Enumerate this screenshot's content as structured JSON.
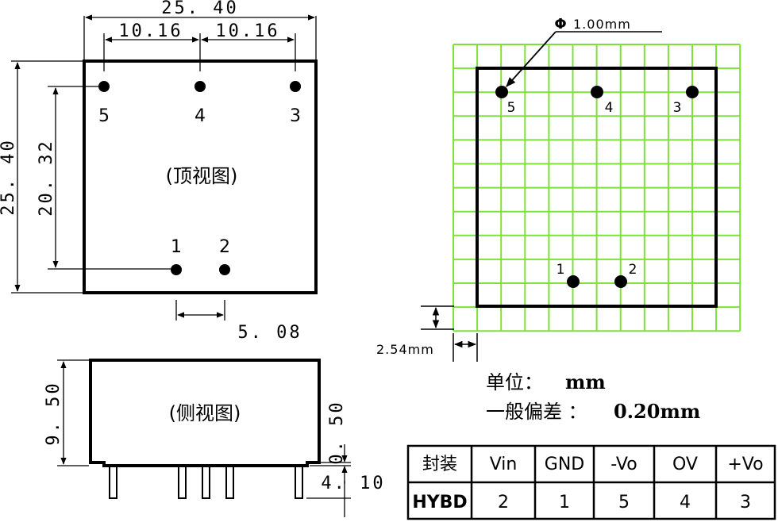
{
  "top_view": {
    "label": "(顶视图)",
    "dim_width": "25. 40",
    "dim_pin_spacing_left": "10.16",
    "dim_pin_spacing_right": "10.16",
    "dim_height": "25. 40",
    "dim_row_spacing": "20. 32",
    "dim_bottom_spacing": "5. 08",
    "pins": {
      "p1": "1",
      "p2": "2",
      "p3": "3",
      "p4": "4",
      "p5": "5"
    }
  },
  "side_view": {
    "label": "(侧视图)",
    "dim_height": "9. 50",
    "dim_standoff": "0. 50",
    "dim_pin_length": "4. 10"
  },
  "grid_view": {
    "hole_diameter": "1.00mm",
    "hole_symbol": "Φ",
    "grid_pitch": "2.54mm",
    "pins": {
      "p1": "1",
      "p2": "2",
      "p3": "3",
      "p4": "4",
      "p5": "5"
    },
    "grid_color": "#7ee03b"
  },
  "notes": {
    "unit_label": "单位：",
    "unit_value": "mm",
    "tolerance_label": "一般偏差 ：",
    "tolerance_value": "0.20mm"
  },
  "pin_table": {
    "headers": [
      "封装",
      "Vin",
      "GND",
      "-Vo",
      "OV",
      "+Vo"
    ],
    "row": [
      "HYBD",
      "2",
      "1",
      "5",
      "4",
      "3"
    ]
  }
}
